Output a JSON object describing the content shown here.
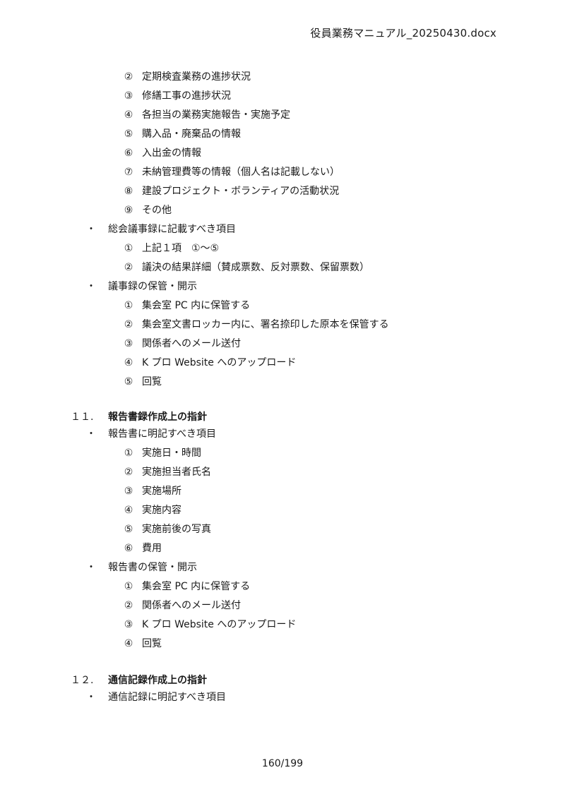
{
  "header": {
    "filename": "役員業務マニュアル_20250430.docx"
  },
  "block1_items": [
    {
      "num": "②",
      "text": "定期検査業務の進捗状況"
    },
    {
      "num": "③",
      "text": "修繕工事の進捗状況"
    },
    {
      "num": "④",
      "text": "各担当の業務実施報告・実施予定"
    },
    {
      "num": "⑤",
      "text": "購入品・廃棄品の情報"
    },
    {
      "num": "⑥",
      "text": "入出金の情報"
    },
    {
      "num": "⑦",
      "text": "未納管理費等の情報（個人名は記載しない）"
    },
    {
      "num": "⑧",
      "text": "建設プロジェクト・ボランティアの活動状況"
    },
    {
      "num": "⑨",
      "text": "その他"
    }
  ],
  "bullet_minutes_items": {
    "bullet": "・",
    "text": "総会議事録に記載すべき項目"
  },
  "minutes_items": [
    {
      "num": "①",
      "text": "上記１項　①〜⑤"
    },
    {
      "num": "②",
      "text": "議決の結果詳細（賛成票数、反対票数、保留票数）"
    }
  ],
  "bullet_minutes_storage": {
    "bullet": "・",
    "text": "議事録の保管・開示"
  },
  "minutes_storage": [
    {
      "num": "①",
      "text": "集会室 PC 内に保管する"
    },
    {
      "num": "②",
      "text": "集会室文書ロッカー内に、署名捺印した原本を保管する"
    },
    {
      "num": "③",
      "text": "関係者へのメール送付"
    },
    {
      "num": "④",
      "text": "K プロ Website へのアップロード"
    },
    {
      "num": "⑤",
      "text": "回覧"
    }
  ],
  "section11": {
    "num": "１１.",
    "title": "報告書録作成上の指針"
  },
  "bullet_report_items": {
    "bullet": "・",
    "text": "報告書に明記すべき項目"
  },
  "report_items": [
    {
      "num": "①",
      "text": "実施日・時間"
    },
    {
      "num": "②",
      "text": "実施担当者氏名"
    },
    {
      "num": "③",
      "text": "実施場所"
    },
    {
      "num": "④",
      "text": "実施内容"
    },
    {
      "num": "⑤",
      "text": "実施前後の写真"
    },
    {
      "num": "⑥",
      "text": "費用"
    }
  ],
  "bullet_report_storage": {
    "bullet": "・",
    "text": "報告書の保管・開示"
  },
  "report_storage": [
    {
      "num": "①",
      "text": "集会室 PC 内に保管する"
    },
    {
      "num": "②",
      "text": "関係者へのメール送付"
    },
    {
      "num": "③",
      "text": "K プロ Website へのアップロード"
    },
    {
      "num": "④",
      "text": "回覧"
    }
  ],
  "section12": {
    "num": "１２.",
    "title": "通信記録作成上の指針"
  },
  "bullet_comm_items": {
    "bullet": "・",
    "text": "通信記録に明記すべき項目"
  },
  "footer": {
    "page": "160/199"
  }
}
